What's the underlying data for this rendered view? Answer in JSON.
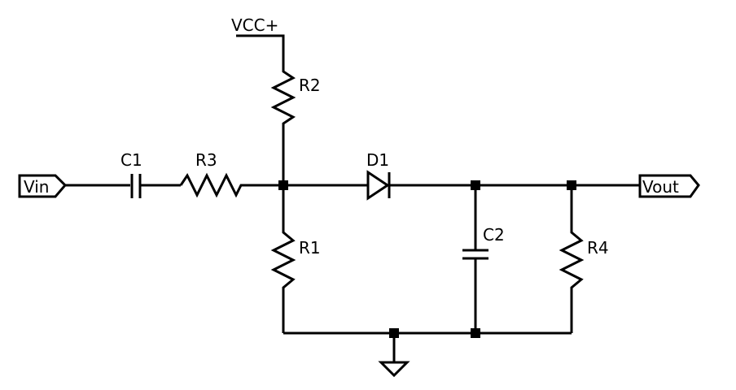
{
  "diagram": {
    "supply": {
      "label": "VCC+"
    },
    "ports": {
      "input": {
        "label": "Vin"
      },
      "output": {
        "label": "Vout"
      }
    },
    "components": {
      "c1": {
        "label": "C1"
      },
      "c2": {
        "label": "C2"
      },
      "r1": {
        "label": "R1"
      },
      "r2": {
        "label": "R2"
      },
      "r3": {
        "label": "R3"
      },
      "r4": {
        "label": "R4"
      },
      "d1": {
        "label": "D1"
      }
    }
  }
}
